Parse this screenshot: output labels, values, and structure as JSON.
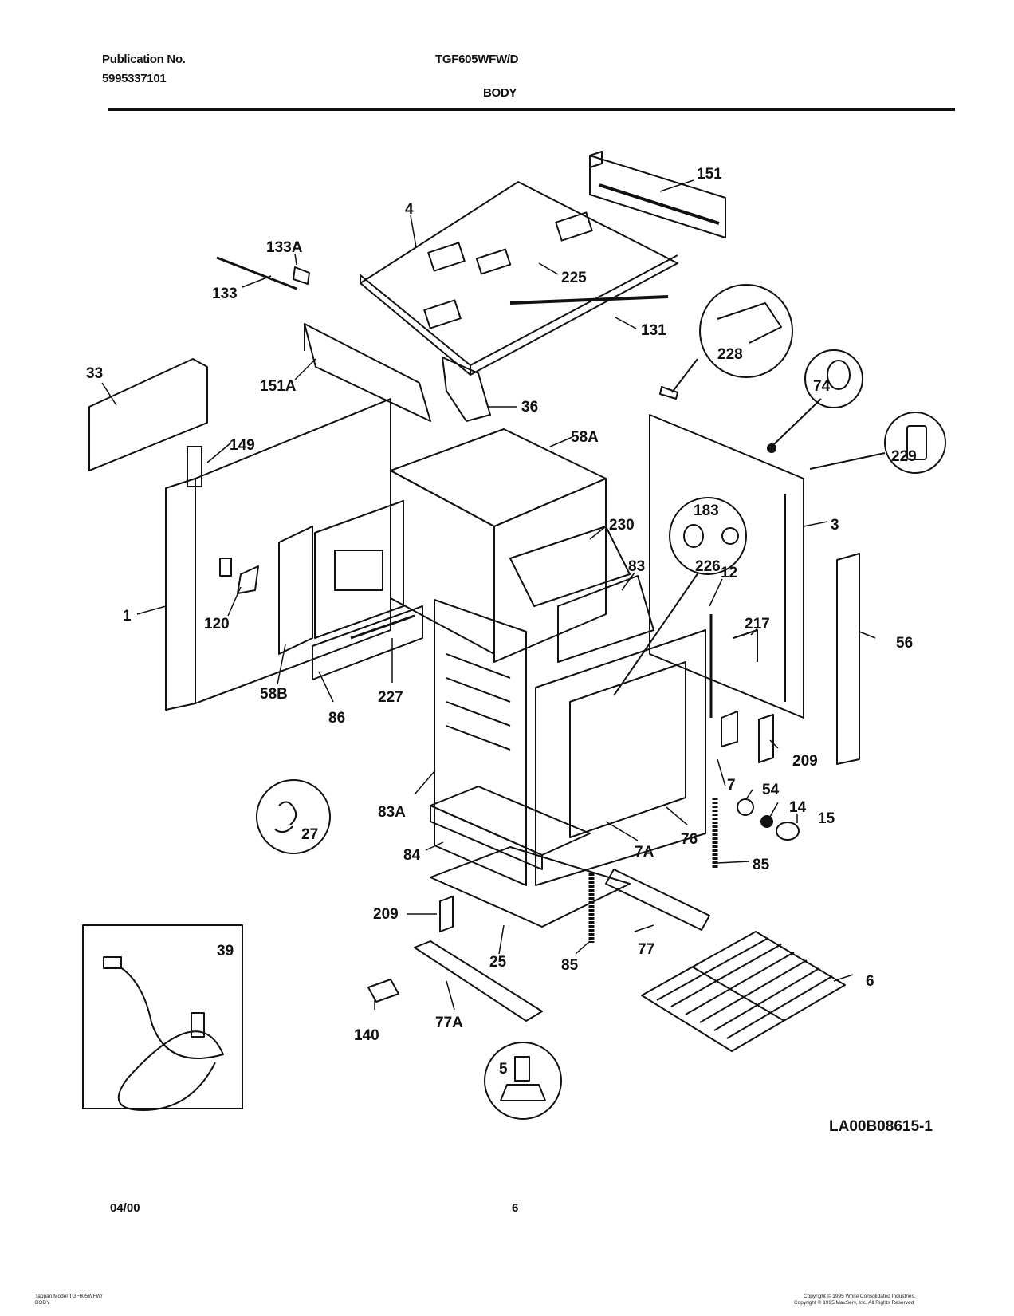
{
  "header": {
    "publication_label": "Publication No.",
    "publication_number": "5995337101",
    "model": "TGF605WFW/D",
    "section": "BODY"
  },
  "diagram_ref": "LA00B08615-1",
  "footer": {
    "date": "04/00",
    "page": "6",
    "bottom_left_line1": "Tappan Model TGF605WFW/",
    "bottom_left_line2": "BODY",
    "copyright_line1": "Copyright © 1995 White Consolidated Industries.",
    "copyright_line2": "Copyright © 1995 MaxServ, Inc. All Rights Reserved"
  },
  "callouts": {
    "p151": "151",
    "p4": "4",
    "p133A": "133A",
    "p133": "133",
    "p225": "225",
    "p131": "131",
    "p228": "228",
    "p33": "33",
    "p151A": "151A",
    "p36": "36",
    "p74": "74",
    "p149": "149",
    "p58A": "58A",
    "p229": "229",
    "p183": "183",
    "p3": "3",
    "p230": "230",
    "p226": "226",
    "p1": "1",
    "p120": "120",
    "p83": "83",
    "p12": "12",
    "p217": "217",
    "p56": "56",
    "p58B": "58B",
    "p86": "86",
    "p227": "227",
    "p209a": "209",
    "p83A": "83A",
    "p7": "7",
    "p54": "54",
    "p14": "14",
    "p15": "15",
    "p27": "27",
    "p76": "76",
    "p7A": "7A",
    "p84": "84",
    "p85a": "85",
    "p209b": "209",
    "p77": "77",
    "p25": "25",
    "p85b": "85",
    "p39": "39",
    "p6": "6",
    "p140": "140",
    "p77A": "77A",
    "p5": "5"
  }
}
